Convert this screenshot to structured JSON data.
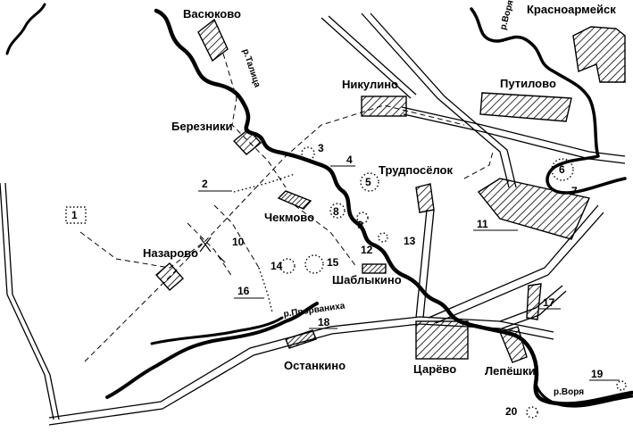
{
  "settlements": [
    {
      "key": "vasyukovo",
      "name": "Васюково"
    },
    {
      "key": "krasnoarmeysk",
      "name": "Красноармейск"
    },
    {
      "key": "nikulino",
      "name": "Никулино"
    },
    {
      "key": "putilovo",
      "name": "Путилово"
    },
    {
      "key": "berezniki",
      "name": "Березники"
    },
    {
      "key": "trudposelok",
      "name": "Трудпосёлок"
    },
    {
      "key": "chekmovo",
      "name": "Чекмово"
    },
    {
      "key": "nazarovo",
      "name": "Назарово"
    },
    {
      "key": "shablykino",
      "name": "Шаблыкино"
    },
    {
      "key": "ostankino",
      "name": "Останкино"
    },
    {
      "key": "tsarevo",
      "name": "Царёво"
    },
    {
      "key": "lyoshki",
      "name": "Лепёшки"
    }
  ],
  "rivers": [
    {
      "key": "vorya_top",
      "name": "р.Воря"
    },
    {
      "key": "talitsa",
      "name": "р.Талица"
    },
    {
      "key": "prorvanikha",
      "name": "р.Прорваниха"
    },
    {
      "key": "vorya_bottom",
      "name": "р.Воря"
    }
  ],
  "site_numbers": [
    "1",
    "2",
    "3",
    "4",
    "5",
    "6",
    "7",
    "8",
    "9",
    "10",
    "11",
    "12",
    "13",
    "14",
    "15",
    "16",
    "17",
    "18",
    "19",
    "20"
  ],
  "colors": {
    "ink": "#000000",
    "paper": "#ffffff"
  }
}
